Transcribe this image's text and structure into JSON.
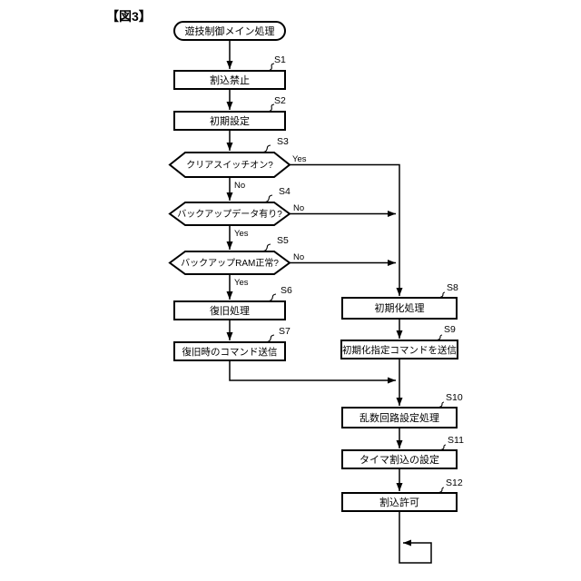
{
  "figure": {
    "title": "【図3】"
  },
  "branch": {
    "yes": "Yes",
    "no": "No"
  },
  "nodes": {
    "start": {
      "label": "遊技制御メイン処理"
    },
    "s1": {
      "id": "S1",
      "label": "割込禁止"
    },
    "s2": {
      "id": "S2",
      "label": "初期設定"
    },
    "s3": {
      "id": "S3",
      "label": "クリアスイッチオン?"
    },
    "s4": {
      "id": "S4",
      "label": "バックアップデータ有り?"
    },
    "s5": {
      "id": "S5",
      "label": "バックアップRAM正常?"
    },
    "s6": {
      "id": "S6",
      "label": "復旧処理"
    },
    "s7": {
      "id": "S7",
      "label": "復旧時のコマンド送信"
    },
    "s8": {
      "id": "S8",
      "label": "初期化処理"
    },
    "s9": {
      "id": "S9",
      "label": "初期化指定コマンドを送信"
    },
    "s10": {
      "id": "S10",
      "label": "乱数回路設定処理"
    },
    "s11": {
      "id": "S11",
      "label": "タイマ割込の設定"
    },
    "s12": {
      "id": "S12",
      "label": "割込許可"
    }
  },
  "colors": {
    "line": "#000000",
    "background": "#ffffff"
  }
}
